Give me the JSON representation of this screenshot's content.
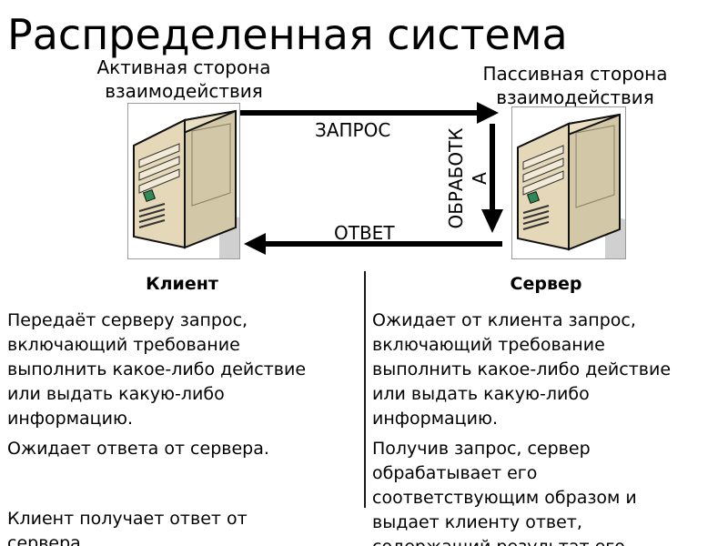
{
  "slide": {
    "title": "Распределенная система"
  },
  "diagram": {
    "active_side": [
      "Активная сторона",
      "взаимодействия"
    ],
    "passive_side": [
      "Пассивная сторона",
      "взаимодействия"
    ],
    "request_label": "ЗАПРОС",
    "processing_label": [
      "ОБРАБОТК",
      "А"
    ],
    "response_label": "ОТВЕТ",
    "icons": {
      "client": "server-computer-icon",
      "server": "server-computer-icon"
    },
    "colors": {
      "arrow": "#000000",
      "case": "#d9ccaa"
    }
  },
  "columns": {
    "client": {
      "heading": "Клиент",
      "paragraphs": [
        [
          "Передаёт серверу запрос,",
          "включающий требование",
          "выполнить какое-либо действие",
          "или выдать какую-либо",
          "информацию."
        ],
        [
          "Ожидает ответа от сервера."
        ],
        [
          "Клиент получает ответ от",
          "сервера"
        ]
      ]
    },
    "server": {
      "heading": "Сервер",
      "paragraphs": [
        [
          "Ожидает от клиента запрос,",
          "включающий требование",
          "выполнить какое-либо действие",
          "или выдать какую-либо",
          "информацию."
        ],
        [
          "Получив запрос, сервер",
          "обрабатывает его",
          "соответствующим образом и",
          "выдает клиенту ответ,",
          "содержащий результат его"
        ]
      ]
    }
  }
}
